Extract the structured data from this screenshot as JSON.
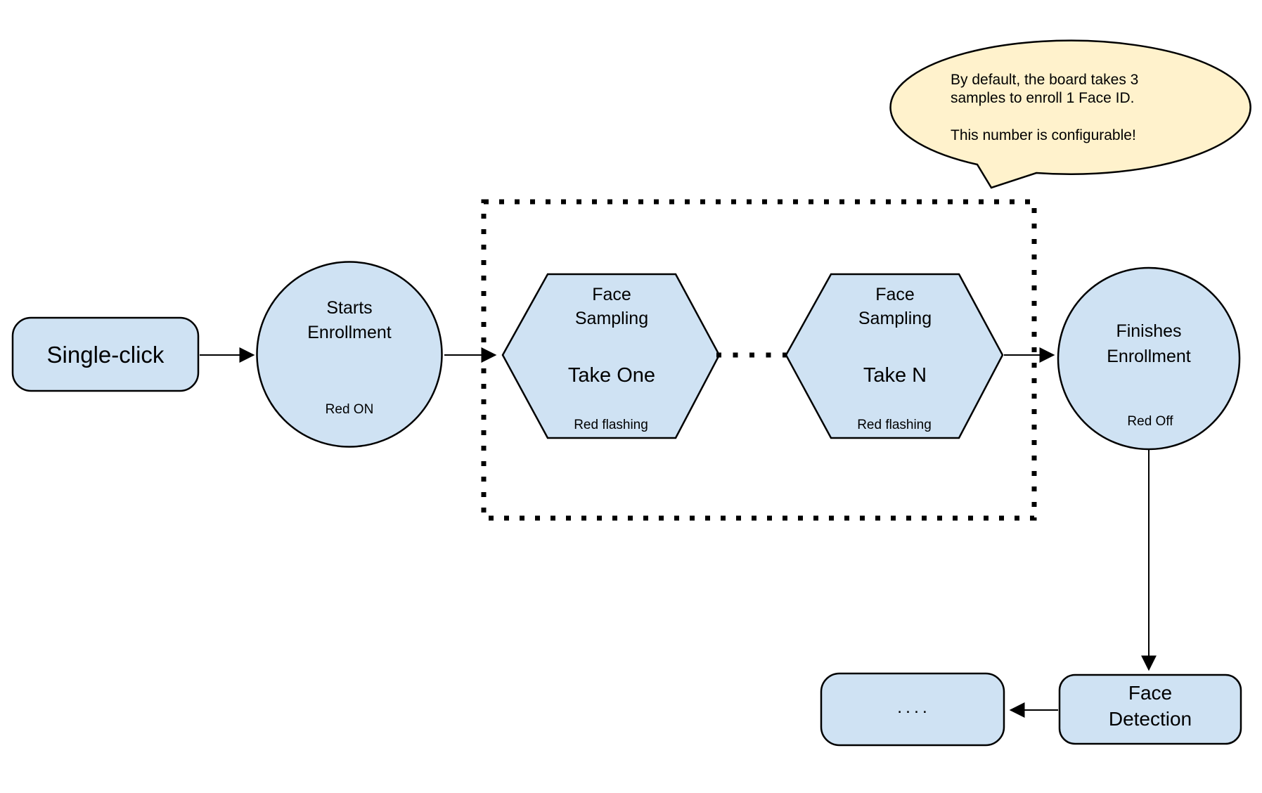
{
  "background": "#ffffff",
  "palette": {
    "node_fill": "#cfe2f3",
    "node_stroke": "#000000",
    "callout_fill": "#fff2cc",
    "text_color": "#000000"
  },
  "callout": {
    "line1": "By default, the board takes 3",
    "line2": "samples to enroll 1 Face ID.",
    "line3": "This number is configurable!"
  },
  "nodes": {
    "single_click": {
      "label": "Single-click"
    },
    "starts_enrollment": {
      "title_line1": "Starts",
      "title_line2": "Enrollment",
      "status": "Red ON"
    },
    "face_sampling_first": {
      "title_line1": "Face",
      "title_line2": "Sampling",
      "step": "Take One",
      "status": "Red flashing"
    },
    "face_sampling_last": {
      "title_line1": "Face",
      "title_line2": "Sampling",
      "step": "Take N",
      "status": "Red flashing"
    },
    "finishes_enrollment": {
      "title_line1": "Finishes",
      "title_line2": "Enrollment",
      "status": "Red Off"
    },
    "face_detection": {
      "title_line1": "Face",
      "title_line2": "Detection"
    },
    "continuation": {
      "label": "...."
    }
  }
}
